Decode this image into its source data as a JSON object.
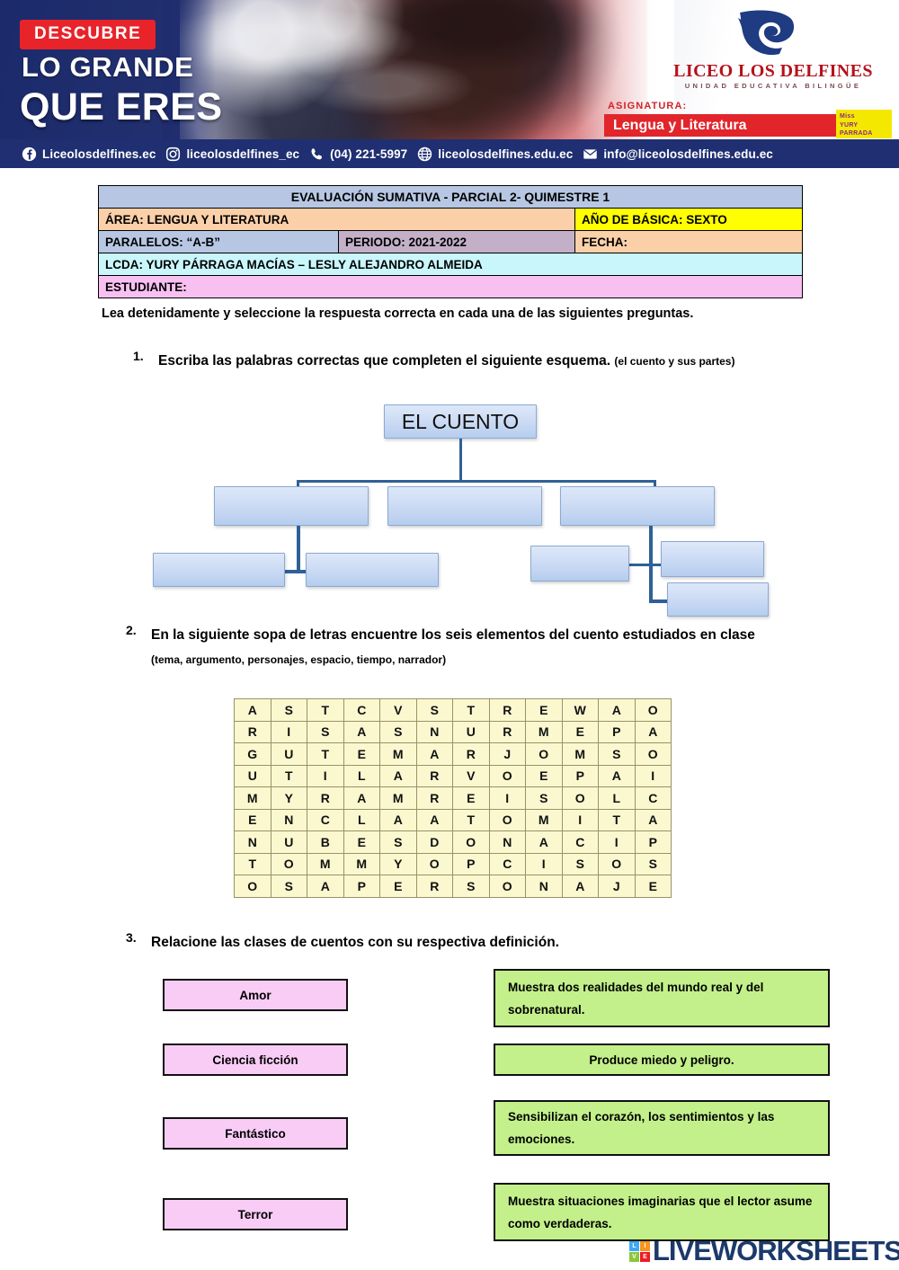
{
  "banner": {
    "descubre": "DESCUBRE",
    "line2": "LO GRANDE",
    "line3": "QUE ERES",
    "school_name": "LICEO LOS DELFINES",
    "school_sub": "UNIDAD EDUCATIVA BILINGÜE",
    "asignatura_label": "ASIGNATURA:",
    "asignatura_value": "Lengua y Literatura",
    "miss_tag": "Miss YURY PARRADA",
    "miss_tag_l1": "Miss",
    "miss_tag_l2": "YURY",
    "miss_tag_l3": "PARRADA"
  },
  "social": [
    {
      "icon": "facebook-icon",
      "text": "Liceolosdelfines.ec"
    },
    {
      "icon": "instagram-icon",
      "text": "liceolosdelfines_ec"
    },
    {
      "icon": "phone-icon",
      "text": "(04) 221-5997"
    },
    {
      "icon": "globe-icon",
      "text": "liceolosdelfines.edu.ec"
    },
    {
      "icon": "mail-icon",
      "text": "info@liceolosdelfines.edu.ec"
    }
  ],
  "header_table": {
    "title": "EVALUACIÓN SUMATIVA - PARCIAL 2- QUIMESTRE 1",
    "area": "ÁREA: LENGUA Y  LITERATURA",
    "ano_basica": "AÑO DE BÁSICA: SEXTO",
    "paralelos": "PARALELOS: “A-B”",
    "periodo": "PERIODO: 2021-2022",
    "fecha": "FECHA:",
    "lcda": "LCDA: YURY PÁRRAGA MACÍAS – LESLY ALEJANDRO ALMEIDA",
    "estudiante": "ESTUDIANTE:"
  },
  "instructions": "Lea detenidamente y seleccione la respuesta correcta en cada una de las siguientes preguntas.",
  "questions": [
    {
      "number": "1.",
      "text": "Escriba las palabras correctas que completen el siguiente esquema.",
      "note": "(el cuento y sus partes)"
    },
    {
      "number": "2.",
      "text": "En la siguiente sopa de letras encuentre los seis elementos del cuento estudiados en clase",
      "note": "(tema, argumento, personajes, espacio, tiempo, narrador)"
    },
    {
      "number": "3.",
      "text": "Relacione las clases de cuentos con su respectiva definición.",
      "note": ""
    }
  ],
  "diagram": {
    "root_label": "EL CUENTO",
    "blank_boxes": 8,
    "colors": {
      "fill": "#cfddf5",
      "border": "#8aa9d4",
      "connector": "#2f6096"
    }
  },
  "wordsearch": {
    "rows": 9,
    "cols": 12,
    "grid": [
      [
        "A",
        "S",
        "T",
        "C",
        "V",
        "S",
        "T",
        "R",
        "E",
        "W",
        "A",
        "O"
      ],
      [
        "R",
        "I",
        "S",
        "A",
        "S",
        "N",
        "U",
        "R",
        "M",
        "E",
        "P",
        "A"
      ],
      [
        "G",
        "U",
        "T",
        "E",
        "M",
        "A",
        "R",
        "J",
        "O",
        "M",
        "S",
        "O"
      ],
      [
        "U",
        "T",
        "I",
        "L",
        "A",
        "R",
        "V",
        "O",
        "E",
        "P",
        "A",
        "I"
      ],
      [
        "M",
        "Y",
        "R",
        "A",
        "M",
        "R",
        "E",
        "I",
        "S",
        "O",
        "L",
        "C"
      ],
      [
        "E",
        "N",
        "C",
        "L",
        "A",
        "A",
        "T",
        "O",
        "M",
        "I",
        "T",
        "A"
      ],
      [
        "N",
        "U",
        "B",
        "E",
        "S",
        "D",
        "O",
        "N",
        "A",
        "C",
        "I",
        "P"
      ],
      [
        "T",
        "O",
        "M",
        "M",
        "Y",
        "O",
        "P",
        "C",
        "I",
        "S",
        "O",
        "S"
      ],
      [
        "O",
        "S",
        "A",
        "P",
        "E",
        "R",
        "S",
        "O",
        "N",
        "A",
        "J",
        "E"
      ]
    ],
    "cell_bg": "#fbf8cf",
    "cell_border": "#9a9168"
  },
  "matching": {
    "left_color": "#f9ccf6",
    "right_color": "#c3f08a",
    "left": [
      {
        "label": "Amor"
      },
      {
        "label": "Ciencia ficción"
      },
      {
        "label": "Fantástico"
      },
      {
        "label": "Terror"
      }
    ],
    "right": [
      {
        "label": "Muestra dos realidades del mundo real y del sobrenatural."
      },
      {
        "label": "Produce miedo y peligro."
      },
      {
        "label": "Sensibilizan el corazón, los sentimientos y las emociones."
      },
      {
        "label": "Muestra situaciones imaginarias que el lector asume como verdaderas."
      }
    ]
  },
  "footer": {
    "brand": "LIVEWORKSHEETS",
    "badge": [
      "L",
      "I",
      "V",
      "E"
    ],
    "badge_colors": [
      "#3fa9f5",
      "#f7941e",
      "#8cc63f",
      "#ed1c24"
    ]
  }
}
